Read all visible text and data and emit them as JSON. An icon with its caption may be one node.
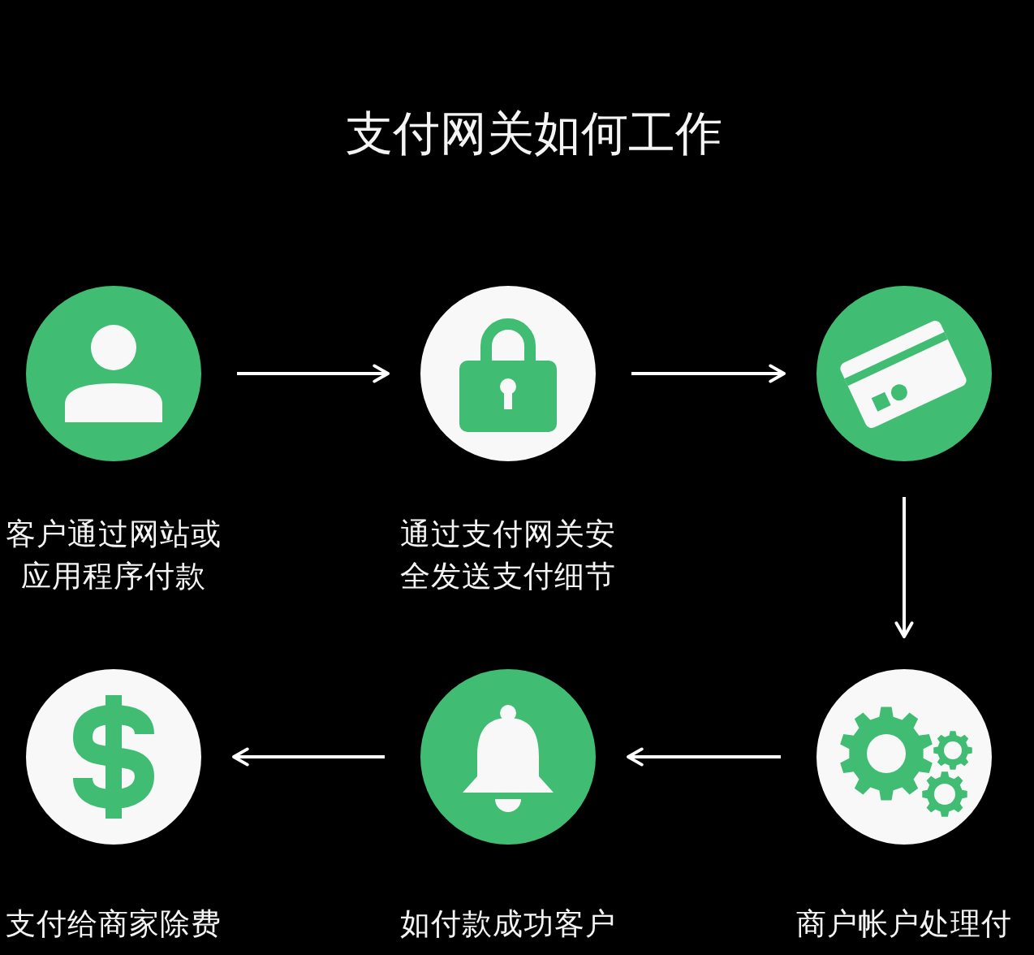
{
  "diagram": {
    "title": "支付网关如何工作",
    "nodes": [
      {
        "text": [],
        "shape": "circle",
        "beside": [
          "客户通过网站或应用程序付款"
        ]
      },
      {
        "text": [],
        "shape": "circle",
        "beside": [
          "通过支付网关安全发送支付细节"
        ]
      },
      {
        "text": [],
        "shape": "circle"
      },
      {
        "text": [],
        "shape": "circle",
        "beside": [
          "支付给商家除费"
        ]
      },
      {
        "text": [],
        "shape": "circle",
        "beside": [
          "如付款成功客户"
        ]
      },
      {
        "text": [],
        "shape": "circle",
        "beside": [
          "商户帐户处理付"
        ]
      }
    ],
    "edges": [
      {
        "from": 0,
        "to": 1,
        "arrow": "to"
      },
      {
        "from": 1,
        "to": 2,
        "arrow": "to"
      },
      {
        "from": 2,
        "to": 5,
        "arrow": "to"
      },
      {
        "from": 5,
        "to": 4,
        "arrow": "to"
      },
      {
        "from": 4,
        "to": 3,
        "arrow": "to"
      }
    ]
  }
}
